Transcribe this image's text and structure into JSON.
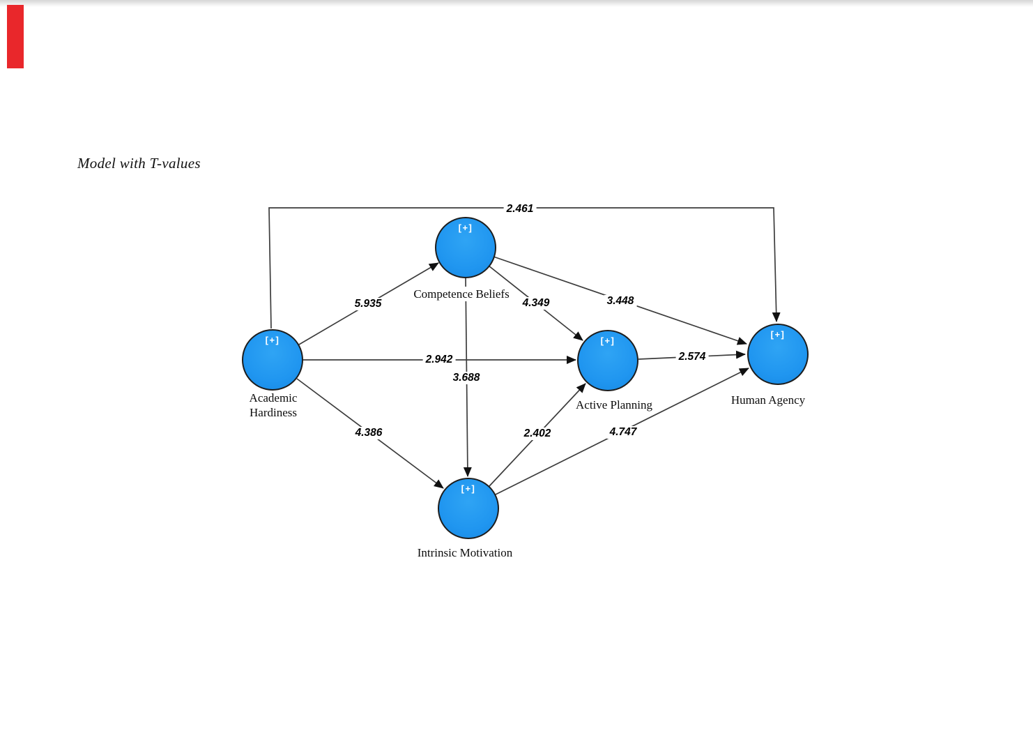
{
  "page": {
    "title": "Model with T-values"
  },
  "colors": {
    "node_fill": "#2096f0",
    "node_border": "#1d1d1d",
    "line": "#3c3c3c",
    "arrowhead": "#111111",
    "label_text": "#000000",
    "red_bar": "#e9272b",
    "background": "#ffffff"
  },
  "nodes": [
    {
      "id": "academic-hardiness",
      "label": "Academic Hardiness",
      "label_lines": [
        "Academic",
        "Hardiness"
      ],
      "indicator": "[+]"
    },
    {
      "id": "competence-beliefs",
      "label": "Competence Beliefs",
      "indicator": "[+]"
    },
    {
      "id": "active-planning",
      "label": "Active Planning",
      "indicator": "[+]"
    },
    {
      "id": "human-agency",
      "label": "Human Agency",
      "indicator": "[+]"
    },
    {
      "id": "intrinsic-motivation",
      "label": "Intrinsic Motivation",
      "indicator": "[+]"
    }
  ],
  "edges": [
    {
      "from": "Academic Hardiness",
      "to": "Human Agency",
      "t_value": "2.461"
    },
    {
      "from": "Academic Hardiness",
      "to": "Competence Beliefs",
      "t_value": "5.935"
    },
    {
      "from": "Academic Hardiness",
      "to": "Active Planning",
      "t_value": "2.942"
    },
    {
      "from": "Academic Hardiness",
      "to": "Intrinsic Motivation",
      "t_value": "4.386"
    },
    {
      "from": "Competence Beliefs",
      "to": "Active Planning",
      "t_value": "4.349"
    },
    {
      "from": "Competence Beliefs",
      "to": "Human Agency",
      "t_value": "3.448"
    },
    {
      "from": "Competence Beliefs",
      "to": "Intrinsic Motivation",
      "t_value": "3.688"
    },
    {
      "from": "Active Planning",
      "to": "Human Agency",
      "t_value": "2.574"
    },
    {
      "from": "Intrinsic Motivation",
      "to": "Active Planning",
      "t_value": "2.402"
    },
    {
      "from": "Intrinsic Motivation",
      "to": "Human Agency",
      "t_value": "4.747"
    }
  ]
}
